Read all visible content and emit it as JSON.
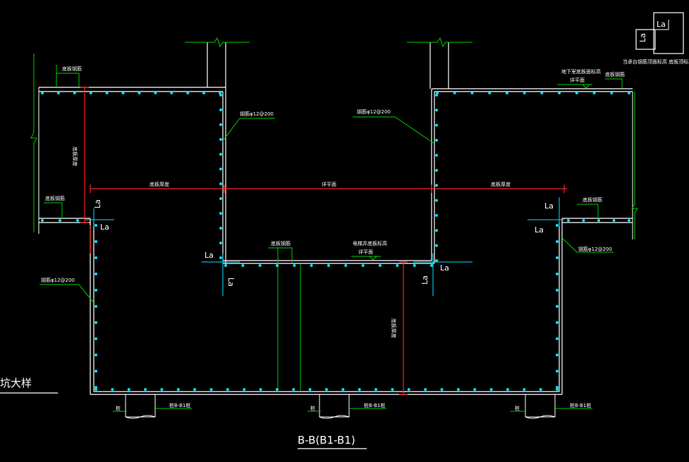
{
  "drawing": {
    "section_title": "B-B(B1-B1)",
    "side_title": "坑大样",
    "la": "La",
    "legend_note": "当承台钢筋顶面标高 底板顶标高规定",
    "rebar_wall_left": "钢筋φ12@200",
    "rebar_wall_center": "钢筋φ12@200",
    "rebar_wall_right": "钢筋φ12@200",
    "rebar_wall_outer_left": "钢筋φ12@200",
    "floor_rebar_tl": "底板钢筋",
    "floor_rebar_tr": "底板钢筋",
    "floor_rebar_ml": "底板钢筋",
    "floor_rebar_mr": "底板钢筋",
    "floor_rebar_center": "底板钢筋",
    "top_note_1": "地下室底板面标高",
    "top_note_2": "详平面",
    "bottom_note_1": "电梯井底板标高",
    "bottom_note_2": "详平面",
    "dim_left": "底板厚度",
    "dim_center": "详平面",
    "dim_right": "底板厚度",
    "dim_vertical_left": "底板厚度",
    "dim_vertical_center": "底板厚度",
    "pile_cap": "桩",
    "pile_tag_1": "桩B-B1桩",
    "pile_tag_2": "桩B-B1桩",
    "pile_tag_3": "桩B-B1桩"
  },
  "colors": {
    "background": "#000000",
    "outline": "#ffffff",
    "rebar": "#00e5ff",
    "leader": "#00cc00",
    "dimension": "#ff2020",
    "text": "#ffffff"
  }
}
